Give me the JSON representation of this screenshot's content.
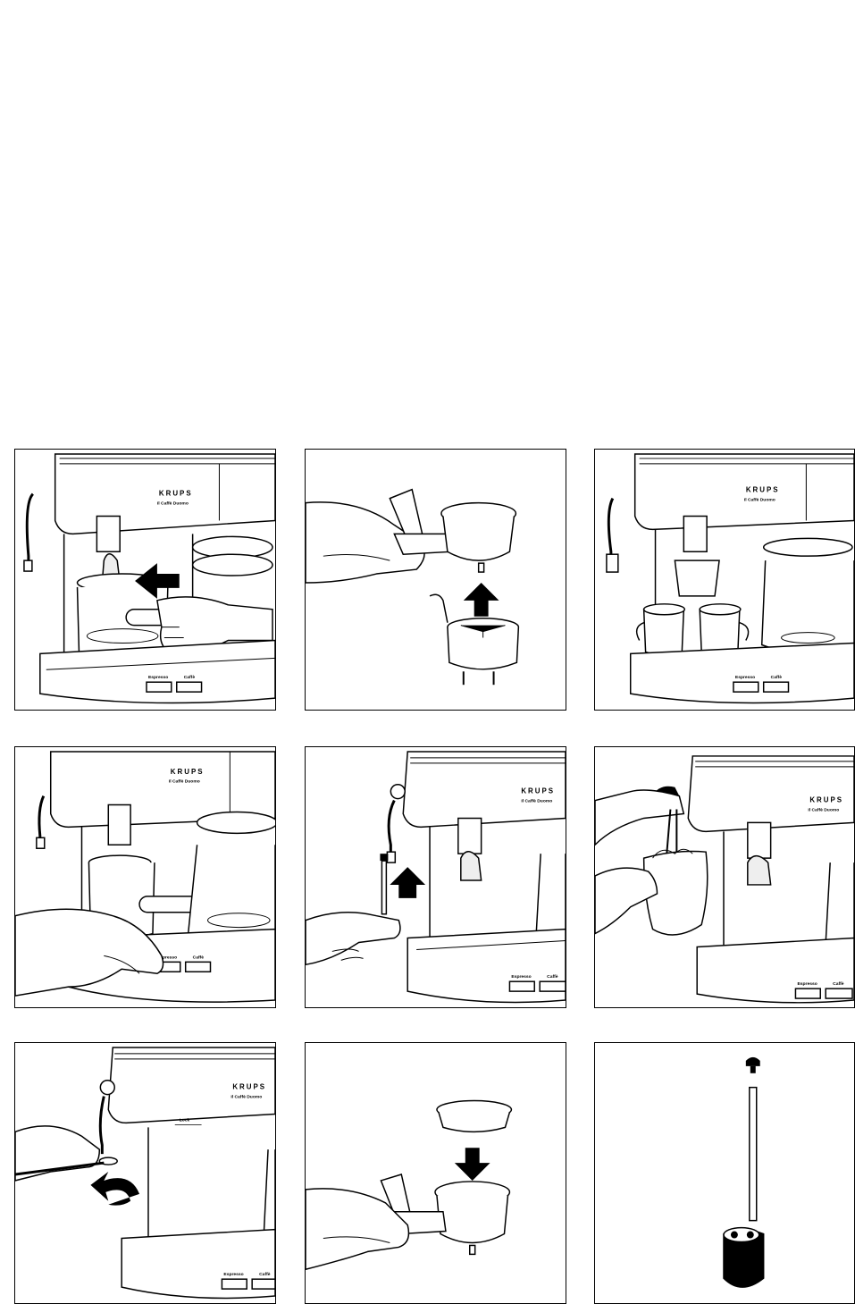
{
  "machine": {
    "brand": "KRUPS",
    "model": "Il Caffè Duomo",
    "espresso_label": "Espresso",
    "caffe_label": "Caffè",
    "lock_label": "Lock"
  },
  "panels": [
    {
      "id": "p1",
      "subject": "attach-filter-holder"
    },
    {
      "id": "p2",
      "subject": "remove-filter-basket"
    },
    {
      "id": "p3",
      "subject": "brew-two-cups"
    },
    {
      "id": "p4",
      "subject": "press-espresso-button"
    },
    {
      "id": "p5",
      "subject": "insert-steam-tube"
    },
    {
      "id": "p6",
      "subject": "froth-milk"
    },
    {
      "id": "p7",
      "subject": "unscrew-steam-nozzle"
    },
    {
      "id": "p8",
      "subject": "insert-pod-adapter"
    },
    {
      "id": "p9",
      "subject": "steam-tube-parts"
    }
  ]
}
